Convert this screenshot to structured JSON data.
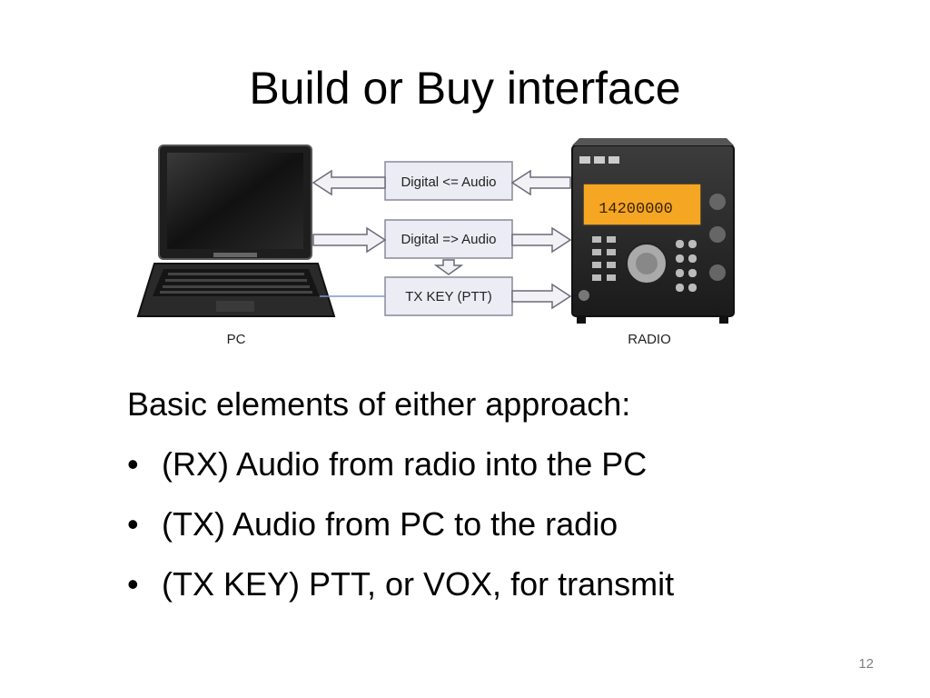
{
  "slide": {
    "title": "Build or Buy interface",
    "number": "12"
  },
  "diagram": {
    "boxes": [
      "Digital <= Audio",
      "Digital => Audio",
      "TX KEY (PTT)"
    ],
    "pc_label": "PC",
    "radio_label": "RADIO",
    "radio_display": "14200000",
    "colors": {
      "box_fill": "#ececf4",
      "box_stroke": "#8a8a9a",
      "display": "#f5a623"
    }
  },
  "content": {
    "heading": "Basic elements of either approach:",
    "bullet_char": "•",
    "bullets": [
      "(RX) Audio from radio into the PC",
      "(TX) Audio from PC to the radio",
      "(TX KEY) PTT, or VOX, for transmit"
    ]
  }
}
